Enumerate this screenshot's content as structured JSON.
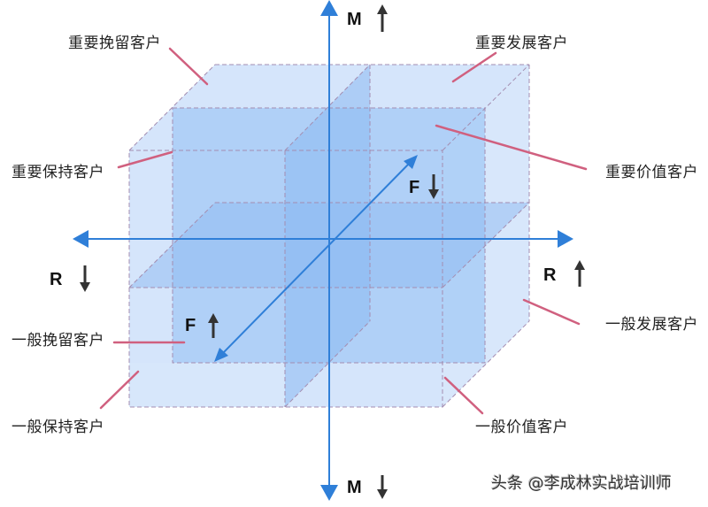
{
  "diagram": {
    "type": "RFM customer segmentation cube",
    "axes": {
      "m_top": {
        "letter": "M",
        "arrow": "up"
      },
      "m_bottom": {
        "letter": "M",
        "arrow": "down"
      },
      "r_left": {
        "letter": "R",
        "arrow": "down"
      },
      "r_right": {
        "letter": "R",
        "arrow": "up"
      },
      "f_back": {
        "letter": "F",
        "arrow": "down"
      },
      "f_front": {
        "letter": "F",
        "arrow": "up"
      }
    },
    "segments": [
      {
        "id": "important-retain",
        "label": "重要挽留客户"
      },
      {
        "id": "important-develop",
        "label": "重要发展客户"
      },
      {
        "id": "important-keep",
        "label": "重要保持客户"
      },
      {
        "id": "important-value",
        "label": "重要价值客户"
      },
      {
        "id": "general-retain",
        "label": "一般挽留客户"
      },
      {
        "id": "general-develop",
        "label": "一般发展客户"
      },
      {
        "id": "general-keep",
        "label": "一般保持客户"
      },
      {
        "id": "general-value",
        "label": "一般价值客户"
      }
    ],
    "watermark": "头条 @李成林实战培训师",
    "colors": {
      "axis": "#2f7fd8",
      "leader_line": "#d0607f",
      "face_light": "#d3e4fb",
      "face_mid": "#a9ccf6",
      "face_dark": "#8dbaf2",
      "dashed_edge": "#a38db0",
      "arrow_dark": "#333333"
    }
  }
}
